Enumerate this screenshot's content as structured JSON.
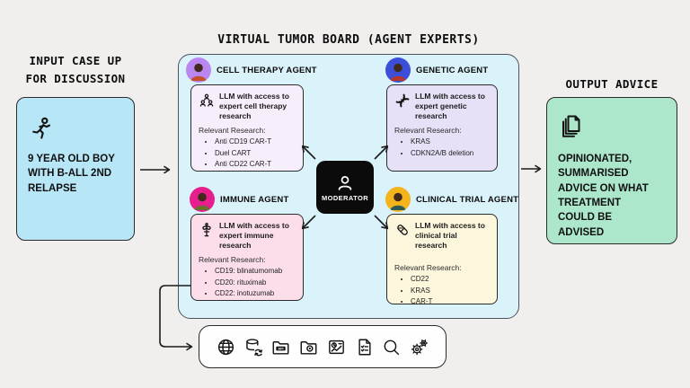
{
  "title": "VIRTUAL TUMOR BOARD (AGENT EXPERTS)",
  "input": {
    "heading_lines": [
      "INPUT CASE UP",
      "FOR DISCUSSION"
    ],
    "card_text": "9 YEAR OLD BOY WITH B-ALL 2ND RELAPSE",
    "icon": "running-child-icon"
  },
  "output": {
    "heading": "OUTPUT ADVICE",
    "card_text": "OPINIONATED, SUMMARISED ADVICE ON WHAT TREATMENT COULD BE ADVISED",
    "icon": "stacked-documents-icon"
  },
  "moderator": {
    "label": "MODERATOR",
    "icon": "person-icon"
  },
  "agents": [
    {
      "name": "CELL THERAPY AGENT",
      "icon": "people-group-icon",
      "description": "LLM with access to expert cell therapy research",
      "research_label": "Relevant Research:",
      "research": [
        "Anti CD19 CAR-T",
        "Duel CART",
        "Anti CD22 CAR-T"
      ]
    },
    {
      "name": "GENETIC AGENT",
      "icon": "dna-icon",
      "description": "LLM with access to expert genetic research",
      "research_label": "Relevant Research:",
      "research": [
        "KRAS",
        "CDKN2A/B deletion"
      ]
    },
    {
      "name": "IMMUNE AGENT",
      "icon": "caduceus-icon",
      "description": "LLM with access to expert immune research",
      "research_label": "Relevant Research:",
      "research": [
        "CD19: blinatumomab",
        "CD20: rituximab",
        "CD22: inotuzumab"
      ]
    },
    {
      "name": "CLINICAL TRIAL AGENT",
      "icon": "capsule-icon",
      "description": "LLM with access to clinical trial research",
      "research_label": "Relevant Research:",
      "research": [
        "CD22",
        "KRAS",
        "CAR-T"
      ]
    }
  ],
  "toolbar": {
    "icons": [
      "globe-icon",
      "database-sync-icon",
      "api-folder-icon",
      "camera-folder-icon",
      "image-chart-icon",
      "report-checklist-icon",
      "search-icon",
      "gears-icon"
    ]
  },
  "colors": {
    "page_bg": "#f0efed",
    "board_bg": "#daf2fa",
    "input_card_bg": "#b7e6f7",
    "output_card_bg": "#ace6cb",
    "moderator_bg": "#0b0b0b",
    "cell_therapy_avatar": "#bb86f0",
    "cell_therapy_card": "#f7eefb",
    "genetic_avatar": "#3b4fd8",
    "genetic_card": "#e6e1f7",
    "immune_avatar": "#e71f8e",
    "immune_card": "#fbdeea",
    "clinical_trial_avatar": "#f6b41c",
    "clinical_trial_card": "#fbf6dc",
    "arrow": "#1a1a1a"
  }
}
